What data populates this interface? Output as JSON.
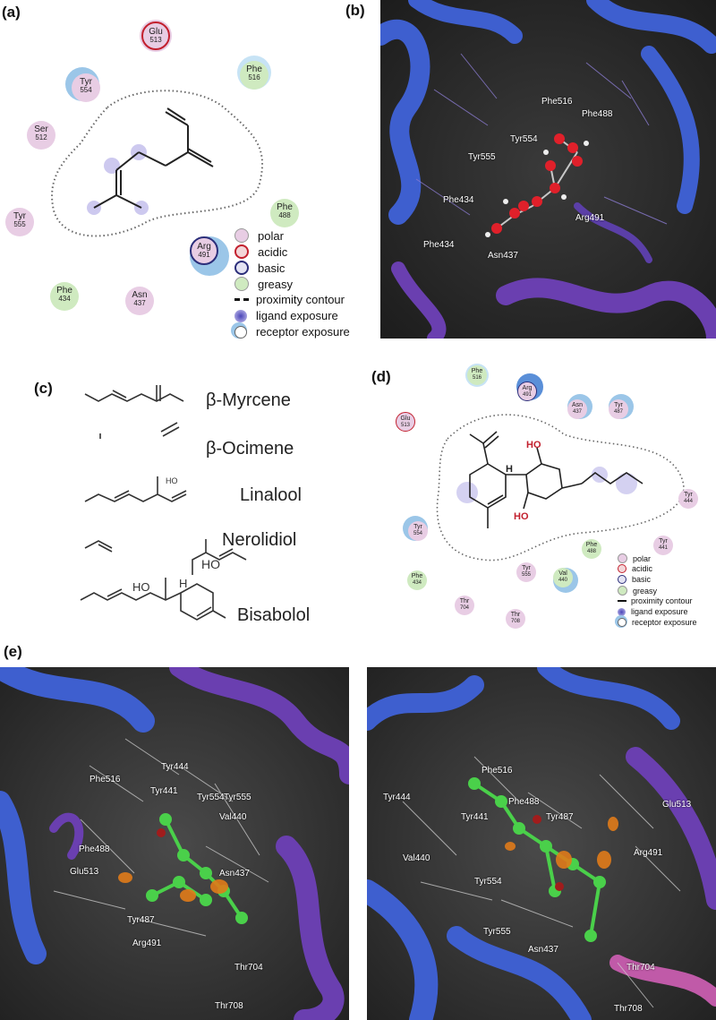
{
  "panels": {
    "a": {
      "label": "(a)",
      "residues": [
        {
          "name": "Glu",
          "num": "513",
          "type": "acidic"
        },
        {
          "name": "Tyr",
          "num": "554",
          "type": "polar"
        },
        {
          "name": "Phe",
          "num": "516",
          "type": "greasy"
        },
        {
          "name": "Ser",
          "num": "512",
          "type": "polar"
        },
        {
          "name": "Phe",
          "num": "488",
          "type": "greasy"
        },
        {
          "name": "Tyr",
          "num": "555",
          "type": "polar"
        },
        {
          "name": "Arg",
          "num": "491",
          "type": "basic"
        },
        {
          "name": "Phe",
          "num": "434",
          "type": "greasy"
        },
        {
          "name": "Asn",
          "num": "437",
          "type": "polar"
        }
      ],
      "legend": [
        "polar",
        "acidic",
        "basic",
        "greasy",
        "proximity contour",
        "ligand exposure",
        "receptor exposure"
      ]
    },
    "b": {
      "label": "(b)",
      "labels": [
        "Phe516",
        "Phe488",
        "Tyr554",
        "Tyr555",
        "Phe434",
        "Arg491",
        "Phe434",
        "Asn437"
      ]
    },
    "c": {
      "label": "(c)",
      "molecules": [
        "β-Myrcene",
        "β-Ocimene",
        "Linalool",
        "Nerolidiol",
        "Bisabolol"
      ],
      "atoms": {
        "ho": "HO",
        "ho2": "HO",
        "h": "H"
      }
    },
    "d": {
      "label": "(d)",
      "residues": [
        {
          "name": "Phe",
          "num": "516",
          "type": "greasy"
        },
        {
          "name": "Arg",
          "num": "491",
          "type": "basic"
        },
        {
          "name": "Asn",
          "num": "437",
          "type": "polar"
        },
        {
          "name": "Tyr",
          "num": "487",
          "type": "polar"
        },
        {
          "name": "Glu",
          "num": "513",
          "type": "acidic"
        },
        {
          "name": "Tyr",
          "num": "444",
          "type": "polar"
        },
        {
          "name": "Tyr",
          "num": "554",
          "type": "polar"
        },
        {
          "name": "Tyr",
          "num": "441",
          "type": "polar"
        },
        {
          "name": "Phe",
          "num": "488",
          "type": "greasy"
        },
        {
          "name": "Tyr",
          "num": "555",
          "type": "polar"
        },
        {
          "name": "Val",
          "num": "440",
          "type": "greasy"
        },
        {
          "name": "Phe",
          "num": "434",
          "type": "greasy"
        },
        {
          "name": "Thr",
          "num": "704",
          "type": "polar"
        },
        {
          "name": "Thr",
          "num": "708",
          "type": "polar"
        }
      ],
      "atoms": {
        "ho_top": "HO",
        "ho_bot": "HO",
        "h": "H"
      },
      "legend": [
        "polar",
        "acidic",
        "basic",
        "greasy",
        "proximity contour",
        "ligand exposure",
        "receptor exposure"
      ]
    },
    "e": {
      "label": "(e)",
      "left_labels": [
        "Phe516",
        "Tyr444",
        "Tyr441",
        "Tyr554",
        "Tyr555",
        "Val440",
        "Phe488",
        "Glu513",
        "Asn437",
        "Tyr487",
        "Arg491",
        "Thr704",
        "Thr708"
      ],
      "right_labels": [
        "Phe516",
        "Tyr444",
        "Phe488",
        "Tyr441",
        "Tyr487",
        "Glu513",
        "Val440",
        "Arg491",
        "Tyr554",
        "Tyr555",
        "Asn437",
        "Thr704",
        "Thr708"
      ]
    }
  },
  "colors": {
    "polar": "#e8cde4",
    "acidic": "#c2202e",
    "basic": "#2b2e7a",
    "greasy": "#cfeac0",
    "exposure": "#9bc6e8",
    "protein_bg": "#2a2a2a",
    "helix_blue": "#3e5fcf",
    "helix_purple": "#6a3fb0"
  }
}
